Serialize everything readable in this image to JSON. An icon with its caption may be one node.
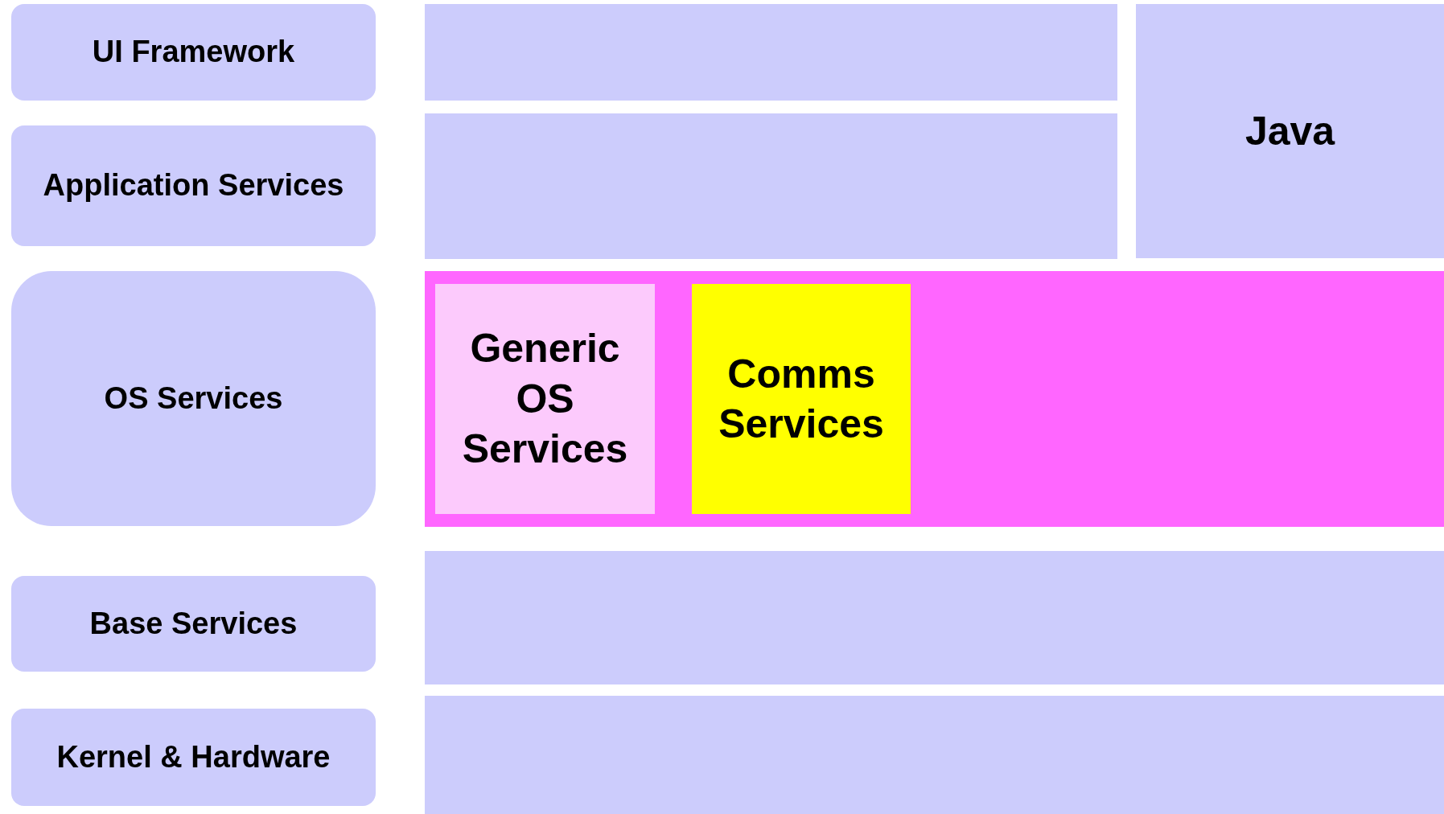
{
  "diagram": {
    "nodes": [
      {
        "text": [
          "UI Framework"
        ]
      },
      {
        "text": [],
        "shape": "box"
      },
      {
        "text": [
          "Java"
        ]
      },
      {
        "text": [
          "Application Services"
        ]
      },
      {
        "text": [],
        "shape": "box"
      },
      {
        "text": [
          "OS Services"
        ]
      },
      {
        "text": [],
        "shape": "box"
      },
      {
        "text": [
          "Generic OS Services"
        ],
        "in": 6
      },
      {
        "text": [
          "Comms Services"
        ],
        "in": 6
      },
      {
        "text": [
          "Base Services"
        ]
      },
      {
        "text": [],
        "shape": "box"
      },
      {
        "text": [
          "Kernel & Hardware"
        ]
      },
      {
        "text": [],
        "shape": "box"
      }
    ],
    "edges": []
  }
}
